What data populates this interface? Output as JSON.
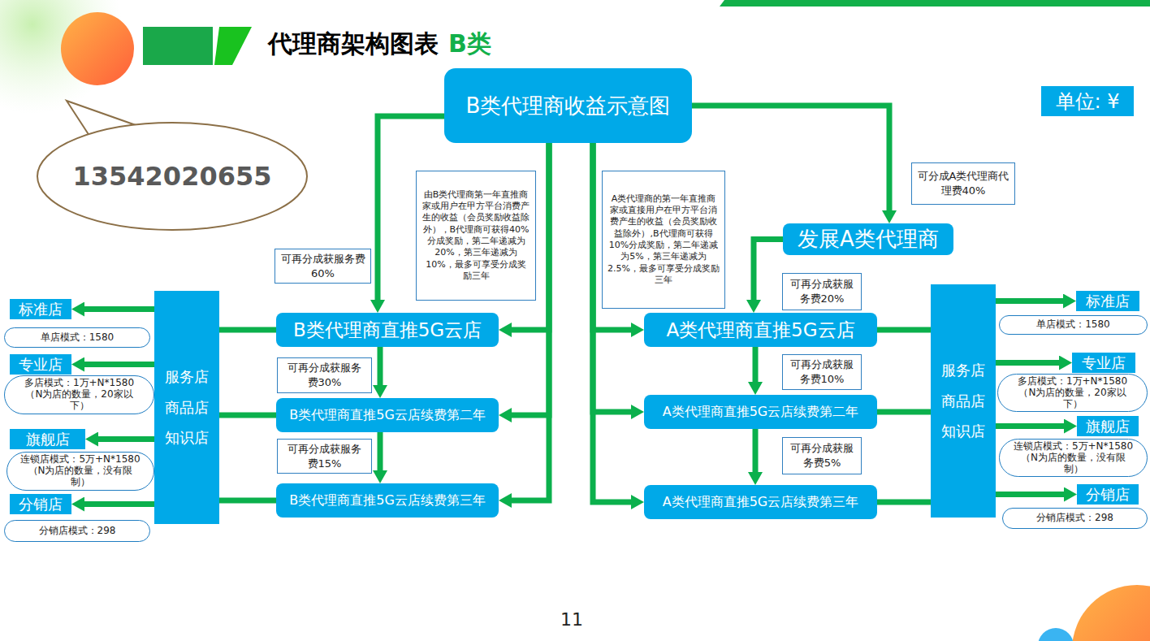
{
  "diagram": {
    "title": "代理商架构图表",
    "nodes": [
      {
        "text": [
          "B类代理商收益示意图"
        ]
      },
      {
        "text": [
          "13542020655"
        ]
      },
      {
        "text": [
          "单位: ¥"
        ]
      },
      {
        "text": [
          "由B类代理商第一年直推商家或用户在甲方平台消费产生的收益（会员奖励收益除外），B代理商可获得40%分成奖励，第二年递减为20%，第三年递减为10%，最多可享受分成奖励三年"
        ]
      },
      {
        "text": [
          "A类代理商的第一年直推商家或直接用户在甲方平台消费产生的收益（会员奖励收益除外）,B代理商可获得10%分成奖励，第二年递减为5%，第三年递减为2.5%，最多可享受分成奖励三年"
        ]
      },
      {
        "text": [
          "可分成A类代理商代理费40%"
        ]
      },
      {
        "text": [
          "发展A类代理商"
        ]
      },
      {
        "text": [
          "可再分成获服务费60%"
        ]
      },
      {
        "text": [
          "可再分成获服务费20%"
        ]
      },
      {
        "text": [
          "B类代理商直推5G云店"
        ]
      },
      {
        "text": [
          "A类代理商直推5G云店"
        ]
      },
      {
        "text": [
          "可再分成获服务费30%"
        ]
      },
      {
        "text": [
          "可再分成获服务费10%"
        ]
      },
      {
        "text": [
          "B类代理商直推5G云店续费第二年"
        ]
      },
      {
        "text": [
          "A类代理商直推5G云店续费第二年"
        ]
      },
      {
        "text": [
          "可再分成获服务费15%"
        ]
      },
      {
        "text": [
          "可再分成获服务费5%"
        ]
      },
      {
        "text": [
          "B类代理商直推5G云店续费第三年"
        ]
      },
      {
        "text": [
          "A类代理商直推5G云店续费第三年"
        ]
      },
      {
        "text": [
          "服务店",
          "商品店",
          "知识店"
        ]
      },
      {
        "text": [
          "标准店"
        ]
      },
      {
        "text": [
          "单店模式：1580"
        ]
      },
      {
        "text": [
          "专业店"
        ]
      },
      {
        "text": [
          "多店模式：1万+N*1580（N为店的数量，20家以下）"
        ]
      },
      {
        "text": [
          "旗舰店"
        ]
      },
      {
        "text": [
          "连锁店模式：5万+N*1580（N为店的数量，没有限制）"
        ]
      },
      {
        "text": [
          "分销店"
        ]
      },
      {
        "text": [
          "分销店模式：298"
        ]
      },
      {
        "text": [
          "服务店",
          "商品店",
          "知识店"
        ]
      },
      {
        "text": [
          "标准店"
        ]
      },
      {
        "text": [
          "单店模式：1580"
        ]
      },
      {
        "text": [
          "专业店"
        ]
      },
      {
        "text": [
          "多店模式：1万+N*1580（N为店的数量，20家以下）"
        ]
      },
      {
        "text": [
          "旗舰店"
        ]
      },
      {
        "text": [
          "连锁店模式：5万+N*1580（N为店的数量，没有限制）"
        ]
      },
      {
        "text": [
          "分销店"
        ]
      },
      {
        "text": [
          "分销店模式：298"
        ]
      }
    ],
    "edges": [
      {
        "from": 0,
        "to": 9,
        "arrow": "to"
      },
      {
        "from": 0,
        "to": 9,
        "arrow": "to"
      },
      {
        "from": 0,
        "to": 13,
        "arrow": "to"
      },
      {
        "from": 0,
        "to": 17,
        "arrow": "to"
      },
      {
        "from": 0,
        "to": 10,
        "arrow": "to"
      },
      {
        "from": 0,
        "to": 14,
        "arrow": "to"
      },
      {
        "from": 0,
        "to": 18,
        "arrow": "to"
      },
      {
        "from": 0,
        "to": 6,
        "arrow": "to"
      },
      {
        "from": 6,
        "to": 10,
        "arrow": "to"
      },
      {
        "from": 9,
        "to": 13,
        "arrow": "to"
      },
      {
        "from": 13,
        "to": 17,
        "arrow": "to"
      },
      {
        "from": 10,
        "to": 14,
        "arrow": "to"
      },
      {
        "from": 14,
        "to": 18,
        "arrow": "to"
      },
      {
        "from": 19,
        "to": 9,
        "arrow": "none"
      },
      {
        "from": 19,
        "to": 13,
        "arrow": "none"
      },
      {
        "from": 19,
        "to": 17,
        "arrow": "none"
      },
      {
        "from": 19,
        "to": 20,
        "arrow": "to"
      },
      {
        "from": 19,
        "to": 22,
        "arrow": "to"
      },
      {
        "from": 19,
        "to": 24,
        "arrow": "to"
      },
      {
        "from": 19,
        "to": 26,
        "arrow": "to"
      },
      {
        "from": 10,
        "to": 28,
        "arrow": "none"
      },
      {
        "from": 14,
        "to": 28,
        "arrow": "none"
      },
      {
        "from": 18,
        "to": 28,
        "arrow": "none"
      },
      {
        "from": 28,
        "to": 29,
        "arrow": "to"
      },
      {
        "from": 28,
        "to": 31,
        "arrow": "to"
      },
      {
        "from": 28,
        "to": 33,
        "arrow": "to"
      },
      {
        "from": 28,
        "to": 35,
        "arrow": "to"
      }
    ],
    "labels": [
      "B类",
      "11"
    ]
  }
}
